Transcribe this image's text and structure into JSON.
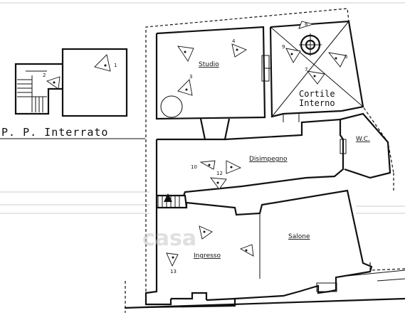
{
  "floor_title": "P. P. Interrato",
  "rooms": {
    "studio": "Studio",
    "cortile_line1": "Cortile",
    "cortile_line2": "Interno",
    "disimpegno": "Disimpegno",
    "wc": "W.C.",
    "salone": "Salone",
    "ingresso": "Ingresso"
  },
  "photo_points": {
    "p1": "1",
    "p2": "2",
    "p3": "3",
    "p4": "4",
    "p6": "6",
    "p7": "7",
    "p8": "8",
    "p9": "9",
    "p10": "10",
    "p12": "12",
    "p13": "13"
  },
  "watermark": "casa",
  "colors": {
    "line": "#111111",
    "background": "#ffffff"
  }
}
